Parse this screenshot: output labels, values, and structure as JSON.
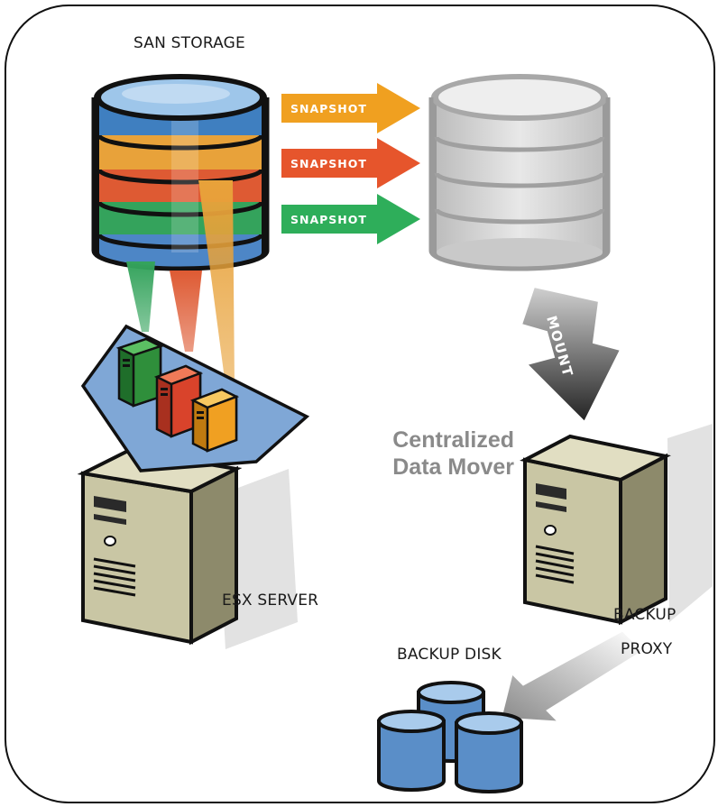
{
  "labels": {
    "san_storage": "SAN STORAGE",
    "esx_server": "ESX SERVER",
    "backup_disk": "BACKUP DISK",
    "backup_proxy_line1": "BACKUP",
    "backup_proxy_line2": "PROXY",
    "centralized_line1": "Centralized",
    "centralized_line2": "Data Mover"
  },
  "snapshots": [
    {
      "label": "SNAPSHOT",
      "color": "#f0a020"
    },
    {
      "label": "SNAPSHOT",
      "color": "#e6552c"
    },
    {
      "label": "SNAPSHOT",
      "color": "#2eae5a"
    }
  ],
  "mount_label": "MOUNT",
  "colors": {
    "layer_orange": "#e8a23a",
    "layer_red": "#de5a33",
    "layer_green": "#34a35c",
    "disk_top": "#7fb0e0",
    "replica_gray": "#d6d6d6",
    "server_beige": "#c9c6a4",
    "platform_blue": "#7fa7d6",
    "vm_green": "#2f8f3b",
    "vm_red": "#d9432b",
    "vm_orange": "#f0a022"
  },
  "icons": [
    "san-storage-icon",
    "replica-storage-icon",
    "esx-server-icon",
    "backup-proxy-icon",
    "backup-disk-icon",
    "vm-icon"
  ]
}
